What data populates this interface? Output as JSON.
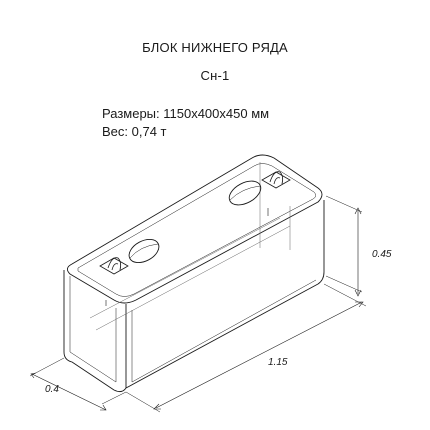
{
  "header": {
    "title": "БЛОК НИЖНЕГО РЯДА",
    "code": "Сн-1"
  },
  "specs": {
    "dimensions": "Размеры: 1150х400х450 мм",
    "weight": "Вес: 0,74 т"
  },
  "dimensions": {
    "height": "0.45",
    "length": "1.15",
    "depth": "0.4"
  },
  "colors": {
    "line": "#1a1a1a",
    "hidden_line": "#666666",
    "background": "#ffffff"
  }
}
